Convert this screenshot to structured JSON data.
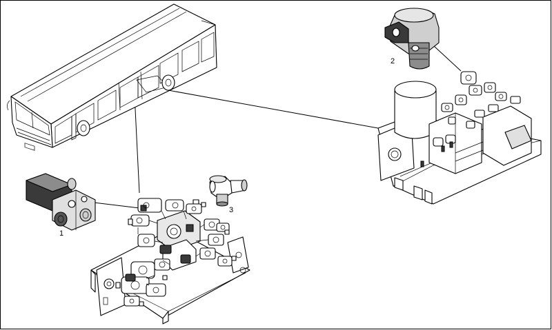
{
  "callouts": [
    {
      "id": "1",
      "text": "1"
    },
    {
      "id": "2",
      "text": "2"
    },
    {
      "id": "3",
      "text": "3"
    }
  ],
  "colors": {
    "line": "#000000",
    "body": "#ffffff",
    "shade_light": "#cfcfcf",
    "shade_mid": "#8c8c8c",
    "shade_dark": "#3a3a3a"
  }
}
